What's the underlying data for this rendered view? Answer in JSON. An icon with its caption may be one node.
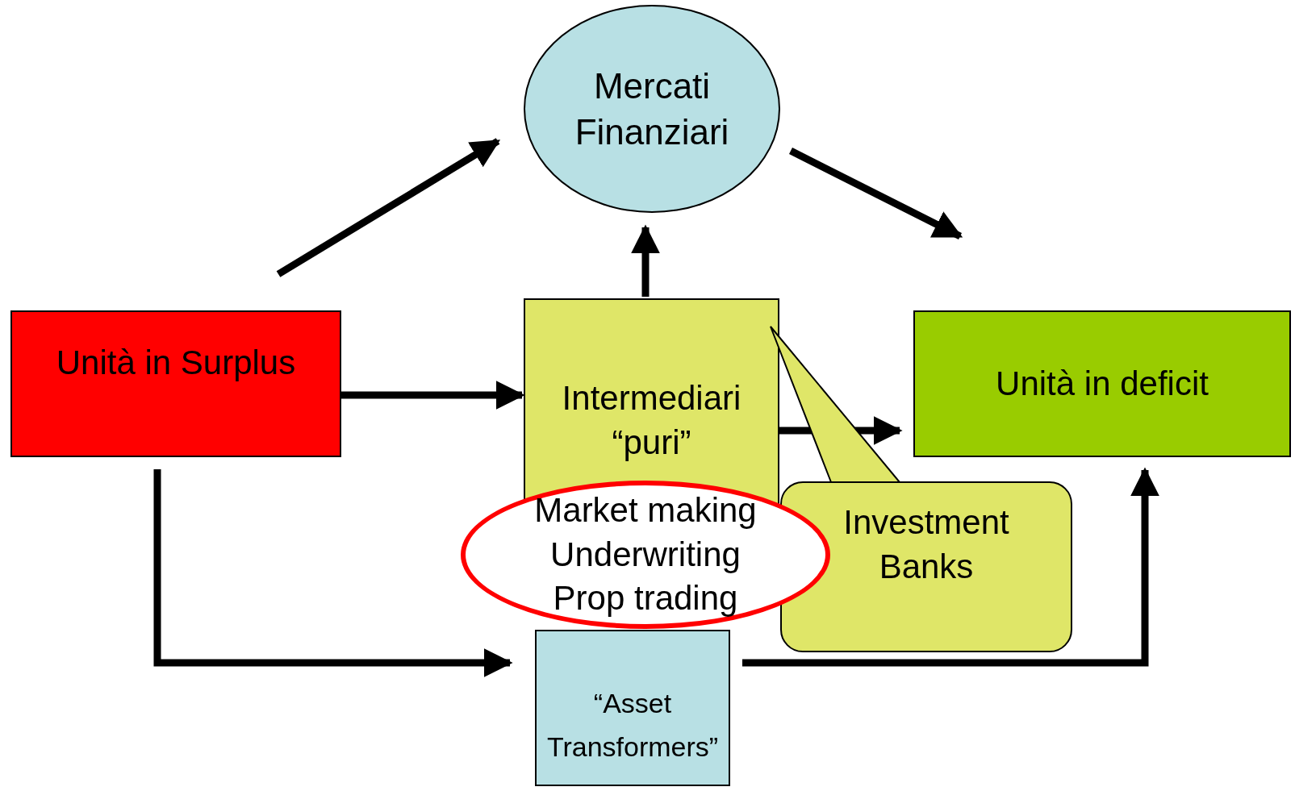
{
  "diagram": {
    "nodes": [
      {
        "text": [
          "Mercati Finanziari"
        ]
      },
      {
        "text": [
          "Unità in Surplus"
        ]
      },
      {
        "text": [
          "Intermediari “puri”"
        ]
      },
      {
        "text": [
          "Unità in deficit"
        ]
      },
      {
        "text": [
          "Market making Underwriting Prop trading"
        ]
      },
      {
        "text": [
          "“Asset Transformers”"
        ]
      },
      {
        "text": [
          "Investment Banks"
        ]
      }
    ],
    "edges": [
      {
        "from": 1,
        "to": 0,
        "arrow": "to"
      },
      {
        "from": 0,
        "to": 3,
        "arrow": "to"
      },
      {
        "from": 2,
        "to": 0,
        "arrow": "to"
      },
      {
        "from": 1,
        "to": 2,
        "arrow": "to"
      },
      {
        "from": 2,
        "to": 3,
        "arrow": "to"
      },
      {
        "from": 1,
        "to": 5,
        "arrow": "to"
      },
      {
        "from": 5,
        "to": 3,
        "arrow": "to"
      },
      {
        "from": 6,
        "to": 2,
        "arrow": "none"
      }
    ]
  }
}
